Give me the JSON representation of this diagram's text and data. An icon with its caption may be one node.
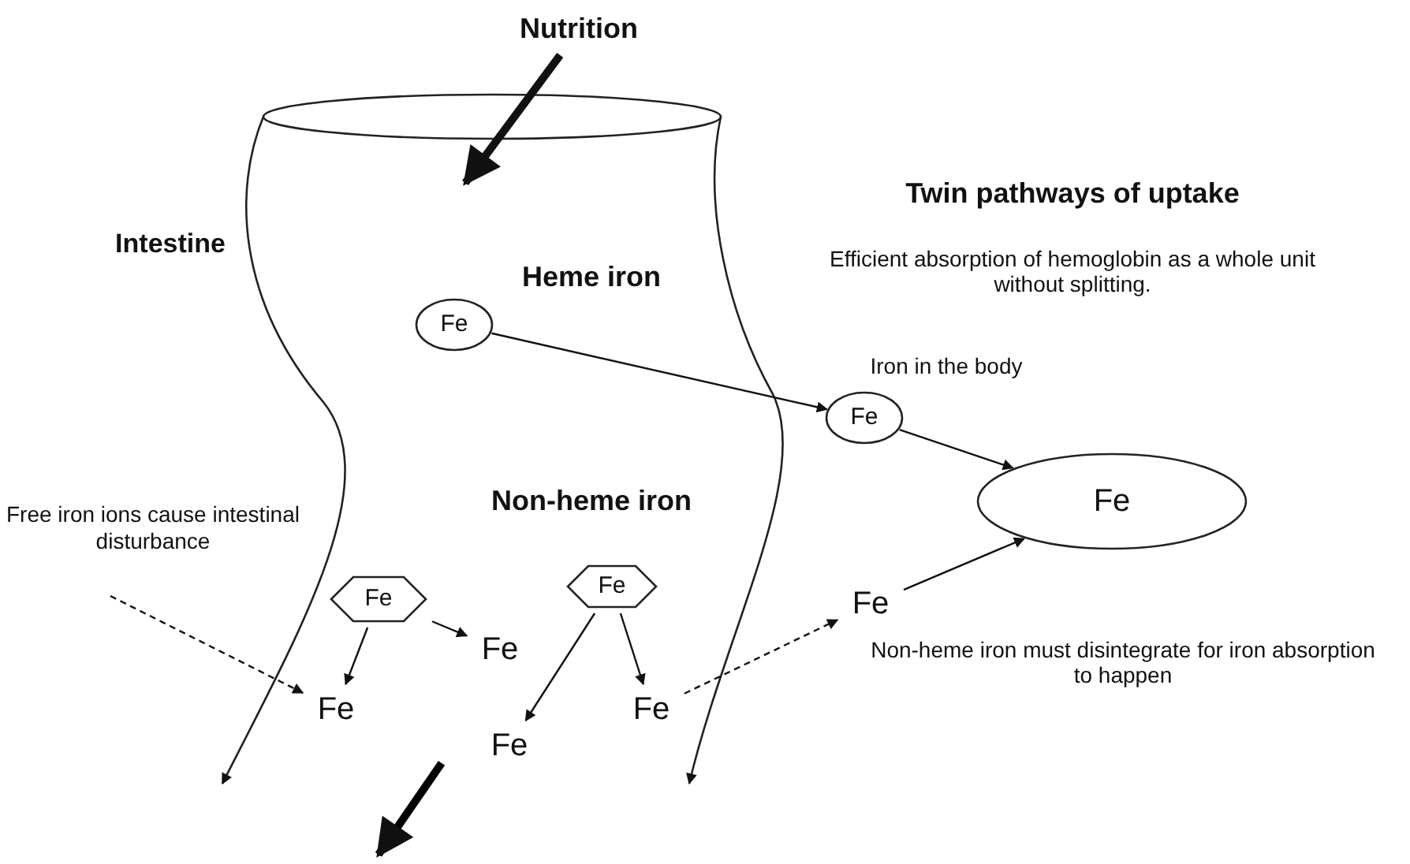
{
  "diagram": {
    "nodes": [
      {
        "text": [
          "Nutrition"
        ]
      },
      {
        "text": [
          "Fe"
        ]
      },
      {
        "text": [
          "Fe"
        ]
      },
      {
        "text": [
          "Fe"
        ]
      },
      {
        "text": [
          "Fe"
        ]
      },
      {
        "text": [
          "Fe"
        ]
      },
      {
        "text": [
          "Fe"
        ]
      },
      {
        "text": [
          "Fe"
        ]
      },
      {
        "text": [
          "Fe"
        ]
      },
      {
        "text": [
          "Fe"
        ]
      },
      {
        "text": [
          "Fe"
        ]
      },
      {
        "text": [
          "Free iron ions cause intestinal disturbance"
        ]
      }
    ],
    "edges": [
      {
        "from": 0,
        "to": null,
        "arrow": "to",
        "style": "thick"
      },
      {
        "from": 1,
        "to": 2,
        "arrow": "to"
      },
      {
        "from": 2,
        "to": 3,
        "arrow": "to"
      },
      {
        "from": 10,
        "to": 3,
        "arrow": "to"
      },
      {
        "from": 4,
        "to": 6,
        "arrow": "to"
      },
      {
        "from": 4,
        "to": 7,
        "arrow": "to"
      },
      {
        "from": 5,
        "to": 8,
        "arrow": "to"
      },
      {
        "from": 5,
        "to": 9,
        "arrow": "to"
      },
      {
        "from": 11,
        "to": 6,
        "arrow": "to",
        "style": "dashed"
      },
      {
        "from": 9,
        "to": 10,
        "arrow": "to",
        "style": "dashed"
      }
    ],
    "labels": [
      "Intestine",
      "Heme iron",
      "Twin pathways of uptake",
      "Efficient absorption of hemoglobin as a whole unit without splitting.",
      "Iron in the body",
      "Non-heme iron",
      "Non-heme iron must disintegrate for iron absorption to happen"
    ]
  }
}
